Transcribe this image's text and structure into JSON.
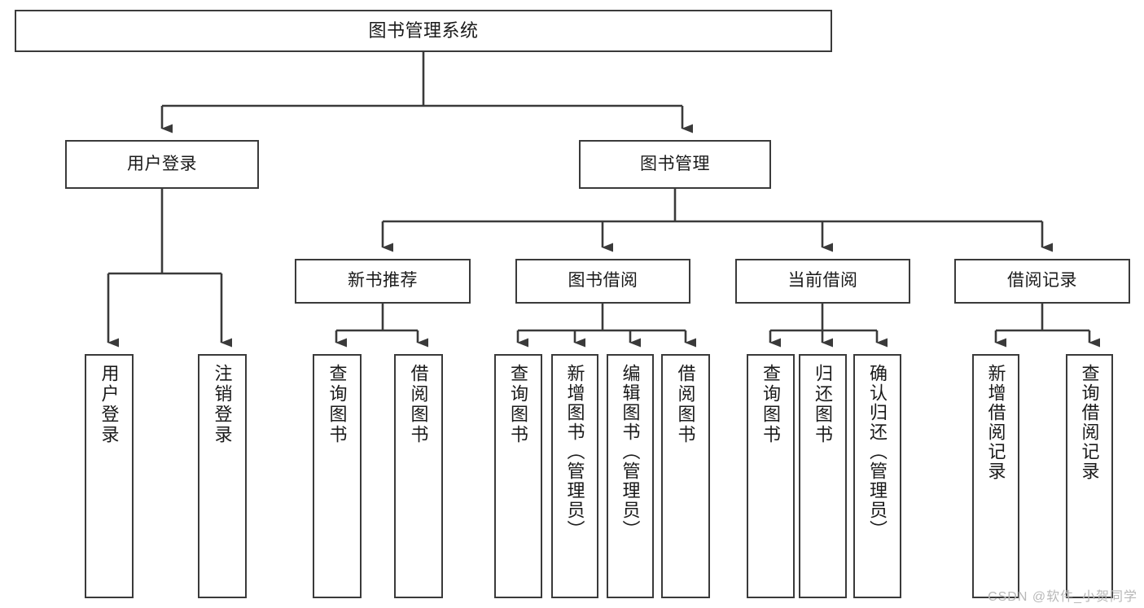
{
  "diagram": {
    "title": "图书管理系统",
    "type": "tree-hierarchy-chart",
    "watermark": "CSDN @软件_小贺同学",
    "colors": {
      "box_border": "#3a3a3a",
      "box_fill": "#ffffff",
      "connector": "#3a3a3a",
      "text": "#1a1a1a",
      "watermark": "#b8b8b8",
      "background": "#ffffff"
    }
  },
  "nodes": {
    "root": {
      "label": "图书管理系统"
    },
    "level2": [
      {
        "id": "user-login",
        "label": "用户登录"
      },
      {
        "id": "book-manage",
        "label": "图书管理"
      }
    ],
    "level3": [
      {
        "id": "new-book-recommend",
        "label": "新书推荐"
      },
      {
        "id": "book-borrow",
        "label": "图书借阅"
      },
      {
        "id": "current-borrow",
        "label": "当前借阅"
      },
      {
        "id": "borrow-record",
        "label": "借阅记录"
      }
    ],
    "leaves": {
      "user_login": [
        {
          "id": "leaf-user-login",
          "label": "用户登录"
        },
        {
          "id": "leaf-logout",
          "label": "注销登录"
        }
      ],
      "new_book_recommend": [
        {
          "id": "leaf-query-book-1",
          "label": "查询图书"
        },
        {
          "id": "leaf-borrow-book-1",
          "label": "借阅图书"
        }
      ],
      "book_borrow": [
        {
          "id": "leaf-query-book-2",
          "label": "查询图书"
        },
        {
          "id": "leaf-add-book",
          "label": "新增图书（管理员）"
        },
        {
          "id": "leaf-edit-book",
          "label": "编辑图书（管理员）"
        },
        {
          "id": "leaf-borrow-book-2",
          "label": "借阅图书"
        }
      ],
      "current_borrow": [
        {
          "id": "leaf-query-book-3",
          "label": "查询图书"
        },
        {
          "id": "leaf-return-book",
          "label": "归还图书"
        },
        {
          "id": "leaf-confirm-return",
          "label": "确认归还（管理员）"
        }
      ],
      "borrow_record": [
        {
          "id": "leaf-add-record",
          "label": "新增借阅记录"
        },
        {
          "id": "leaf-query-record",
          "label": "查询借阅记录"
        }
      ]
    }
  }
}
